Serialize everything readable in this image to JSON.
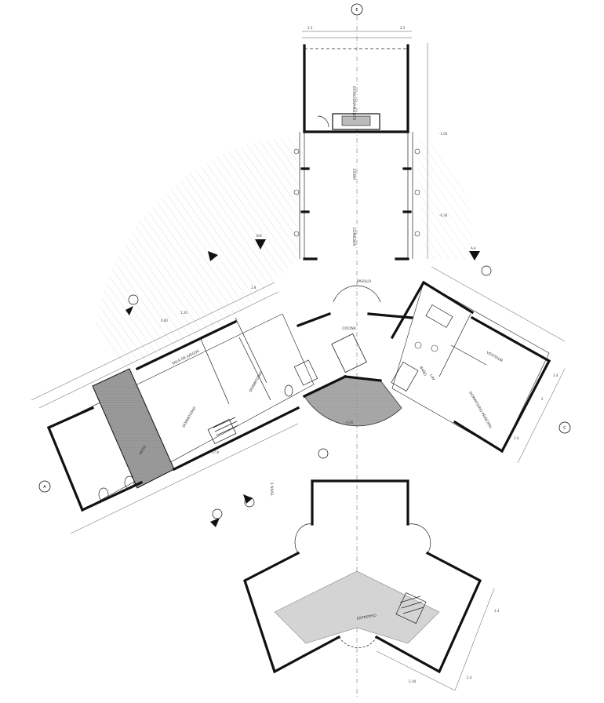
{
  "axes": {
    "north_top": "E",
    "east": "C",
    "west": "A"
  },
  "levels": {
    "upper_a": "-1.00",
    "upper_b": "-0.30",
    "mid": "-0.40",
    "lower": "-1.40"
  },
  "ground_floor": {
    "rooms": {
      "estacionamiento": "ESTACIONAMIENTO",
      "estar": "ESTAR",
      "comedor": "COMEDOR",
      "cocina": "COCINA",
      "sala_juegos": "SALA DE JUEGOS",
      "dormitorio_a": "DORMITORIO",
      "dormitorio_b": "DORMITORIO",
      "dormitorio_principal": "DORMITORIO PRINCIPAL",
      "vestidor": "VESTIDOR",
      "bano": "BAÑO",
      "pasillo": "PASILLO",
      "patio": "PATIO",
      "lav": "LAV"
    }
  },
  "upper_floor": {
    "rooms": {
      "entrepiso": "ENTREPISO",
      "hall": "1 NIVEL"
    }
  },
  "dimensions": {
    "d1": "2.5",
    "d2": "2.5",
    "d3": "2.4",
    "d4": "1.4",
    "d5": "0.60",
    "d6": "1.20",
    "d7": "2.8",
    "d8": "17.8",
    "d9": "3.4",
    "d10": "2",
    "d11": "2.4"
  },
  "section_marks": {
    "a": "A-A",
    "b": "B-B"
  }
}
